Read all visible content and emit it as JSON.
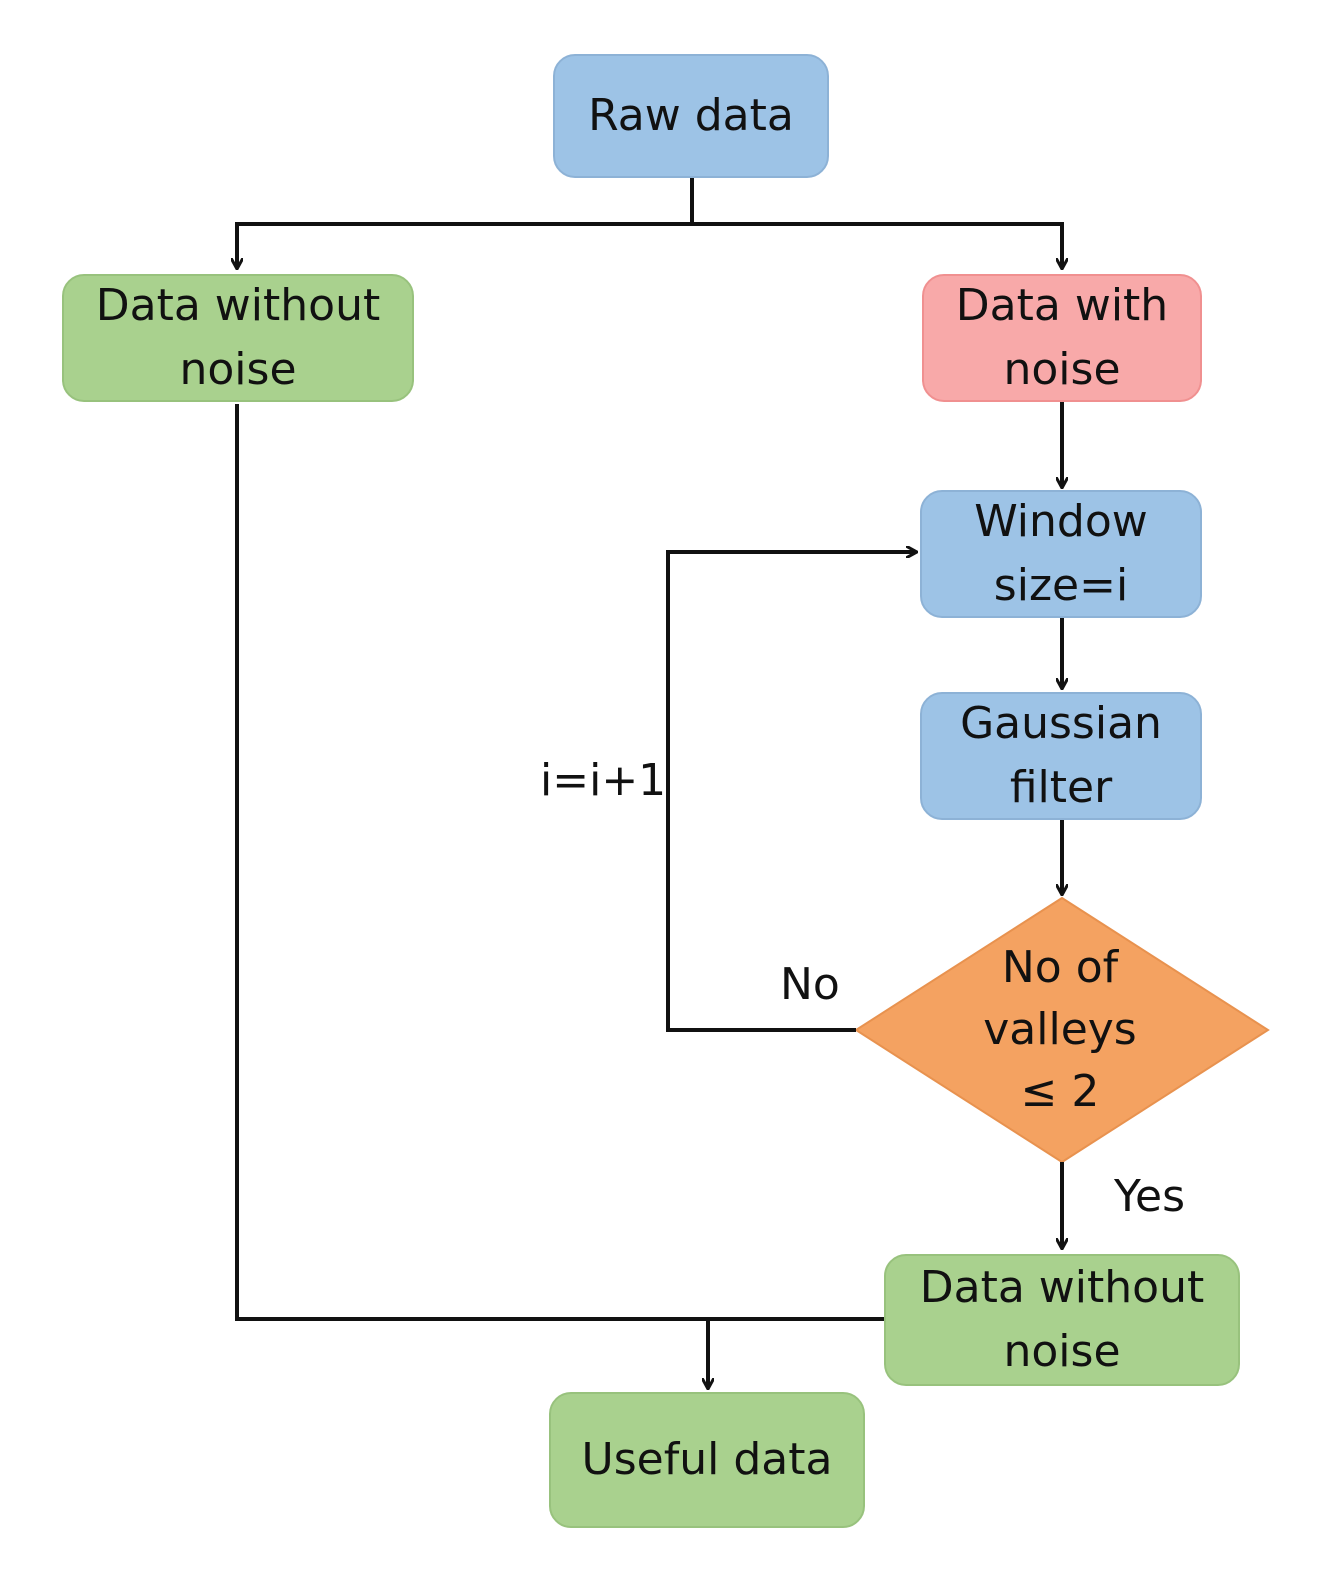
{
  "nodes": {
    "raw_data": {
      "lines": [
        "Raw data"
      ],
      "color": "#9dc3e6"
    },
    "data_without_noise_left": {
      "lines": [
        "Data without",
        "noise"
      ],
      "color": "#a9d18e"
    },
    "data_with_noise": {
      "lines": [
        "Data with",
        "noise"
      ],
      "color": "#f8a9a9"
    },
    "window_size": {
      "lines": [
        "Window",
        "size=i"
      ],
      "color": "#9dc3e6"
    },
    "gaussian_filter": {
      "lines": [
        "Gaussian",
        "filter"
      ],
      "color": "#9dc3e6"
    },
    "decision_valleys": {
      "lines": [
        "No of",
        "valleys",
        "≤ 2"
      ],
      "color": "#f4a261"
    },
    "data_without_noise_right": {
      "lines": [
        "Data without",
        "noise"
      ],
      "color": "#a9d18e"
    },
    "useful_data": {
      "lines": [
        "Useful data"
      ],
      "color": "#a9d18e"
    }
  },
  "edge_labels": {
    "loop": "i=i+1",
    "no": "No",
    "yes": "Yes"
  }
}
